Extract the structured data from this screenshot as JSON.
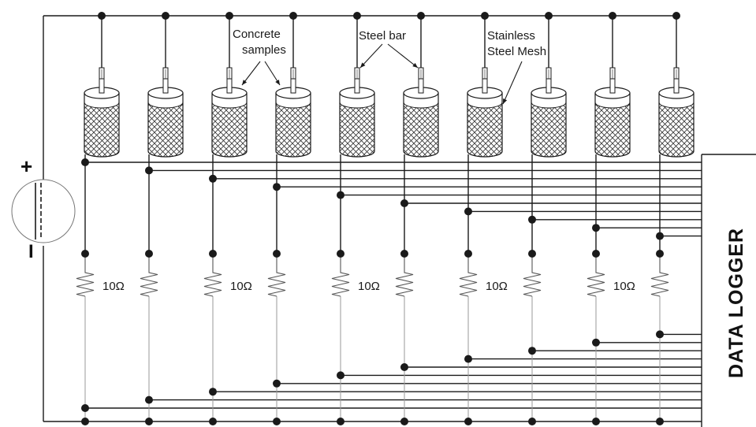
{
  "labels": {
    "concrete_line1": "Concrete",
    "concrete_line2": "samples",
    "steel_bar": "Steel bar",
    "mesh_line1": "Stainless",
    "mesh_line2": "Steel Mesh"
  },
  "resistor_value": "10Ω",
  "resistor_count_labeled": 5,
  "sample_count": 10,
  "source": {
    "plus": "+",
    "minus": "I"
  },
  "logger": {
    "label": "DATA LOGGER"
  },
  "colors": {
    "ink": "#1a1a1a",
    "lead": "#9a9a9a",
    "mesh": "#333333"
  }
}
